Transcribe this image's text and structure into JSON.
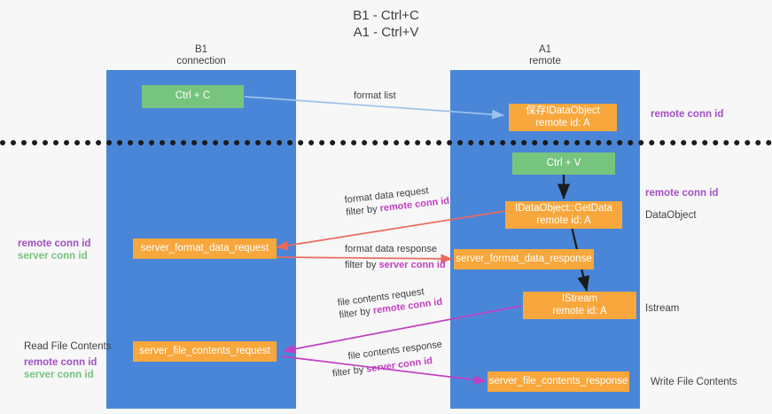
{
  "title": {
    "line1": "B1 - Ctrl+C",
    "line2": "A1 - Ctrl+V"
  },
  "lanes": [
    {
      "name": "B1",
      "role": "connection"
    },
    {
      "name": "A1",
      "role": "remote"
    }
  ],
  "nodes": {
    "ctrl_c": "Ctrl + C",
    "ctrl_v": "Ctrl + V",
    "save_dataobject_l1": "保存IDataObject",
    "save_dataobject_l2": "remote id: A",
    "getdata_l1": "IDataObject::GetData",
    "getdata_l2": "remote id: A",
    "istream_l1": "IStream",
    "istream_l2": "remote id: A",
    "server_format_data_request": "server_format_data_request",
    "server_format_data_response": "server_format_data_response",
    "server_file_contents_request": "server_file_contents_request",
    "server_file_contents_response": "server_file_contents_response"
  },
  "right_labels": {
    "remote_conn_id_top": "remote conn id",
    "remote_conn_id_mid": "remote conn id",
    "dataobject": "DataObject",
    "istream": "Istream",
    "write_file_contents": "Write File Contents"
  },
  "left_labels": {
    "remote_conn_id": "remote conn id",
    "server_conn_id": "server conn id",
    "read_file_contents": "Read File Contents",
    "remote_conn_id_2": "remote conn id",
    "server_conn_id_2": "server conn id"
  },
  "arrow_labels": {
    "format_list": "format list",
    "format_data_request": "format data request",
    "format_data_request_filter_prefix": "filter by ",
    "format_data_request_filter_id": "remote conn id",
    "format_data_response": "format data response",
    "format_data_response_filter_prefix": "filter by ",
    "format_data_response_filter_id": "server conn id",
    "file_contents_request": "file contents request",
    "file_contents_request_filter_prefix": "filter by ",
    "file_contents_request_filter_id": "remote conn id",
    "file_contents_response": "file contents response",
    "file_contents_response_filter_prefix": "filter by ",
    "file_contents_response_filter_id": "server conn id"
  },
  "colors": {
    "lane": "#4a86d8",
    "orange": "#f8a73c",
    "green": "#76c47e",
    "purple": "#a34ec4",
    "magenta": "#c13fc1",
    "red_arrow": "#ea6a5e",
    "blue_arrow": "#9cc3ea",
    "black": "#1b1b1b",
    "background": "#f7f7f7"
  }
}
